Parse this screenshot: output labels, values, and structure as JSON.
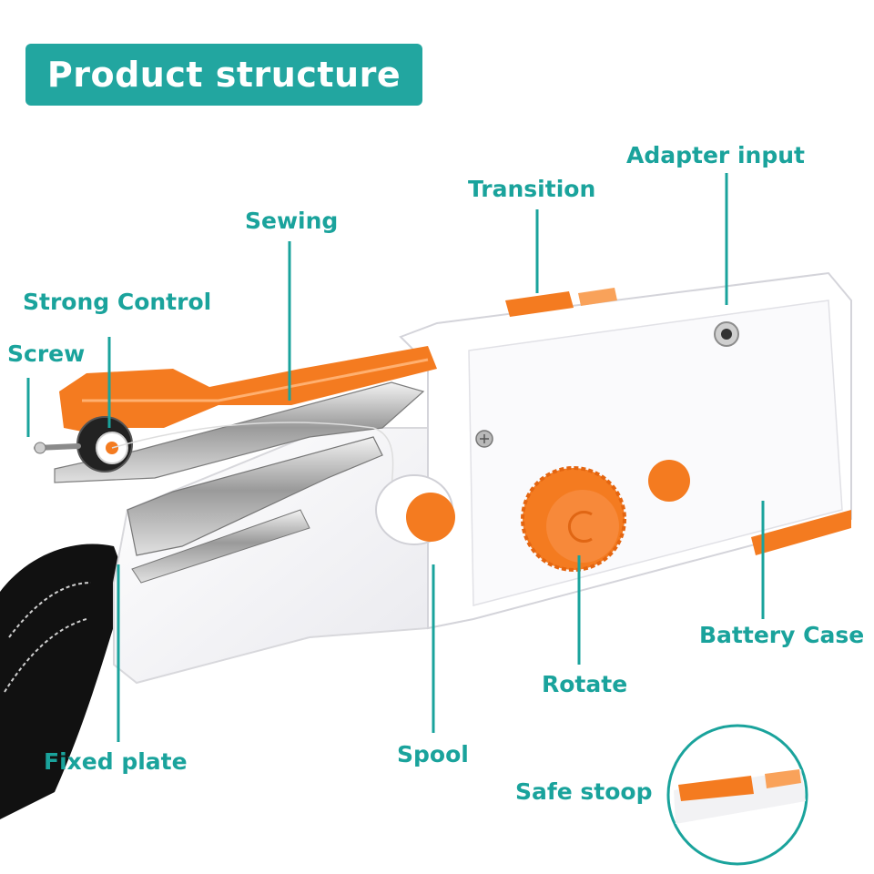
{
  "title": "Product structure",
  "labels": {
    "adapter_input": "Adapter input",
    "transition": "Transition",
    "sewing": "Sewing",
    "strong_control": "Strong Control",
    "screw": "Screw",
    "battery_case": "Battery Case",
    "rotate": "Rotate",
    "spool": "Spool",
    "fixed_plate": "Fixed plate",
    "safe_stoop": "Safe stoop"
  },
  "colors": {
    "teal": "#1aa39c",
    "title_bg": "#22a6a0",
    "orange": "#f47b20",
    "body_white": "#ffffff",
    "fabric": "#111111"
  }
}
